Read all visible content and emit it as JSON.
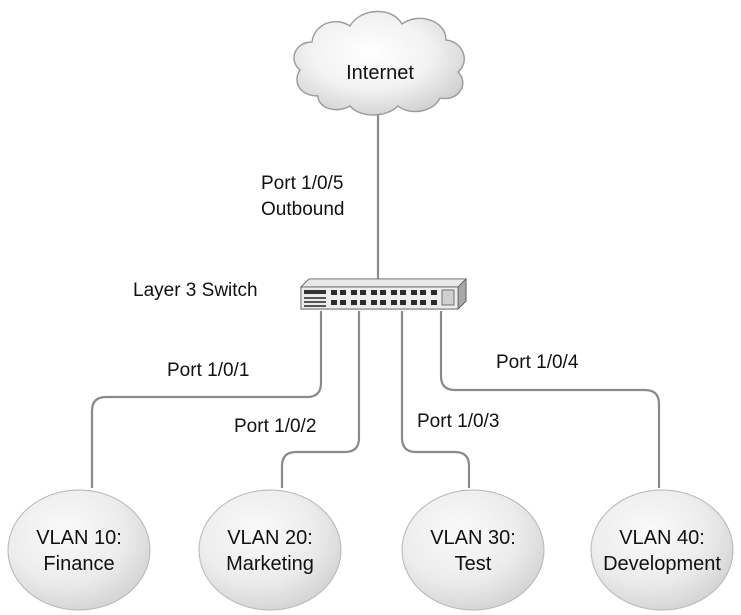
{
  "internet": {
    "label": "Internet"
  },
  "uplink": {
    "port_label": "Port 1/0/5",
    "role_label": "Outbound"
  },
  "switch": {
    "label": "Layer 3 Switch"
  },
  "links": [
    {
      "port_label": "Port 1/0/1"
    },
    {
      "port_label": "Port 1/0/2"
    },
    {
      "port_label": "Port 1/0/3"
    },
    {
      "port_label": "Port 1/0/4"
    }
  ],
  "vlans": [
    {
      "line1": "VLAN 10:",
      "line2": "Finance"
    },
    {
      "line1": "VLAN 20:",
      "line2": "Marketing"
    },
    {
      "line1": "VLAN 30:",
      "line2": "Test"
    },
    {
      "line1": "VLAN 40:",
      "line2": "Development"
    }
  ]
}
